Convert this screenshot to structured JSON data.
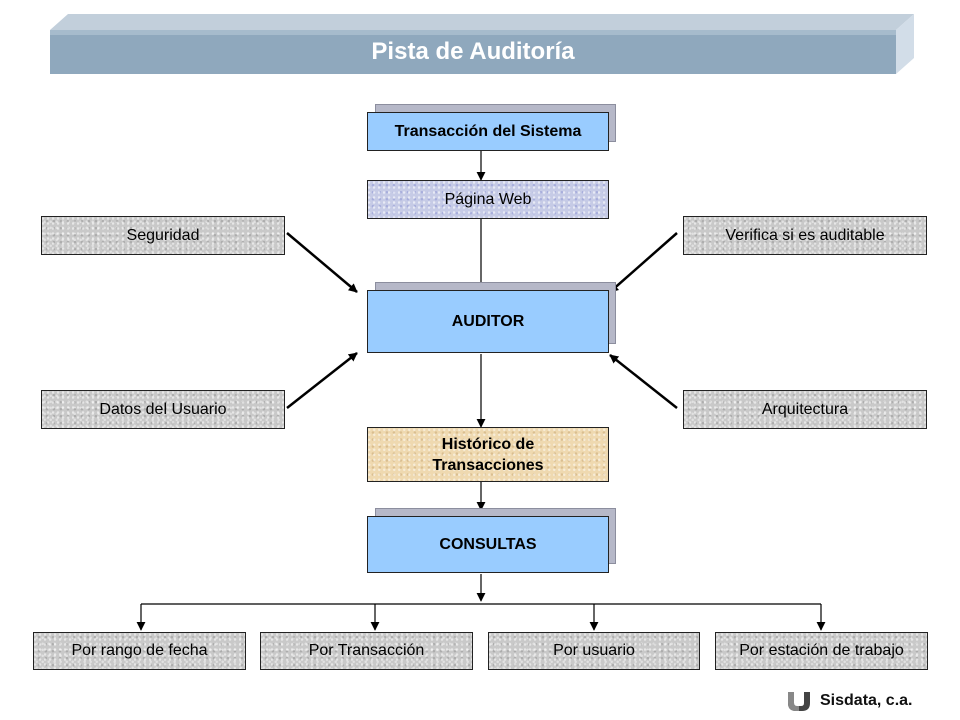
{
  "banner": {
    "title": "Pista de Auditoría"
  },
  "nodes": {
    "transaccion": "Transacción del Sistema",
    "pagina_web": "Página Web",
    "seguridad": "Seguridad",
    "verifica": "Verifica si es auditable",
    "auditor": "AUDITOR",
    "datos_usuario": "Datos del Usuario",
    "arquitectura": "Arquitectura",
    "historico_line1": "Histórico de",
    "historico_line2": "Transacciones",
    "consultas": "CONSULTAS",
    "por_rango": "Por rango de fecha",
    "por_transaccion": "Por Transacción",
    "por_usuario": "Por usuario",
    "por_estacion": "Por estación de trabajo"
  },
  "footer": {
    "brand": "Sisdata, c.a.",
    "logo_icon": "sisdata-logo-icon"
  },
  "colors": {
    "banner": "#8fa8bd",
    "banner_top": "#a9bccb",
    "banner_side": "#c8d6e3",
    "primary_box": "#99ccff",
    "tan_box": "#efd9b0",
    "textured_box": "#c9c9c9"
  }
}
